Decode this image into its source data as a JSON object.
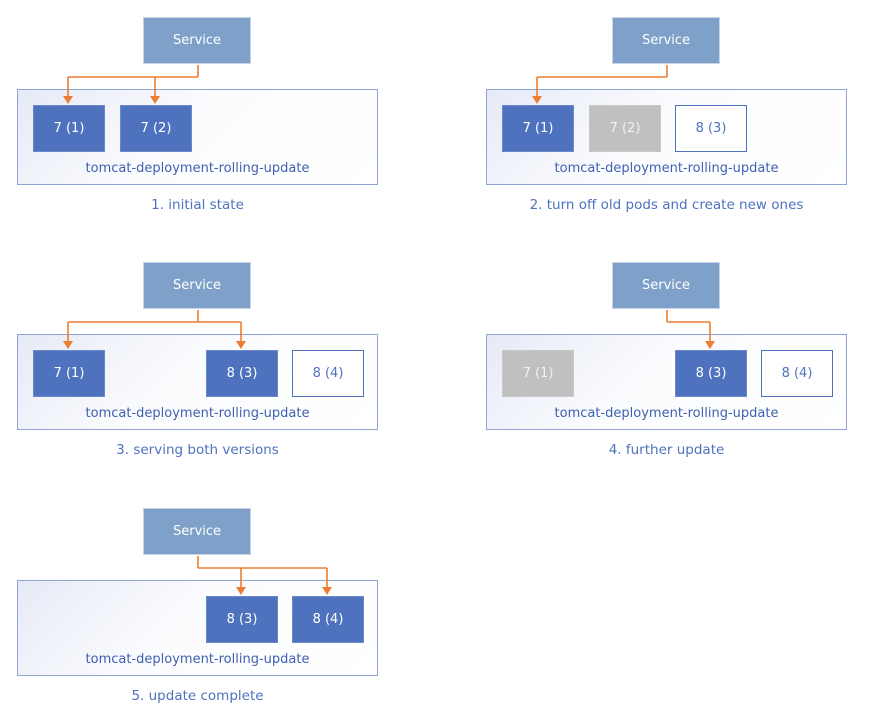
{
  "colors": {
    "service": "#7FA1C9",
    "pod_active": "#4E72BE",
    "pod_old": "#C0C0C0",
    "pod_new_border": "#4E72BE",
    "arrow": "#ED7D31",
    "deployment_border": "#8EA5D6"
  },
  "panels": [
    {
      "service": "Service",
      "deployment": "tomcat-deployment-rolling-update",
      "caption": "1. initial state",
      "pods": [
        {
          "label": "7 (1)",
          "state": "active",
          "routed": true
        },
        {
          "label": "7 (2)",
          "state": "active",
          "routed": true
        },
        null,
        null
      ]
    },
    {
      "service": "Service",
      "deployment": "tomcat-deployment-rolling-update",
      "caption": "2. turn off old pods and create new ones",
      "pods": [
        {
          "label": "7 (1)",
          "state": "active",
          "routed": true
        },
        {
          "label": "7 (2)",
          "state": "old",
          "routed": false
        },
        {
          "label": "8 (3)",
          "state": "new",
          "routed": false
        },
        null
      ]
    },
    {
      "service": "Service",
      "deployment": "tomcat-deployment-rolling-update",
      "caption": "3. serving both versions",
      "pods": [
        {
          "label": "7 (1)",
          "state": "active",
          "routed": true
        },
        null,
        {
          "label": "8 (3)",
          "state": "active",
          "routed": true
        },
        {
          "label": "8 (4)",
          "state": "new",
          "routed": false
        }
      ]
    },
    {
      "service": "Service",
      "deployment": "tomcat-deployment-rolling-update",
      "caption": "4. further update",
      "pods": [
        {
          "label": "7 (1)",
          "state": "old",
          "routed": false
        },
        null,
        {
          "label": "8 (3)",
          "state": "active",
          "routed": true
        },
        {
          "label": "8 (4)",
          "state": "new",
          "routed": false
        }
      ]
    },
    {
      "service": "Service",
      "deployment": "tomcat-deployment-rolling-update",
      "caption": "5. update complete",
      "pods": [
        null,
        null,
        {
          "label": "8 (3)",
          "state": "active",
          "routed": true
        },
        {
          "label": "8 (4)",
          "state": "active",
          "routed": true
        }
      ]
    }
  ]
}
